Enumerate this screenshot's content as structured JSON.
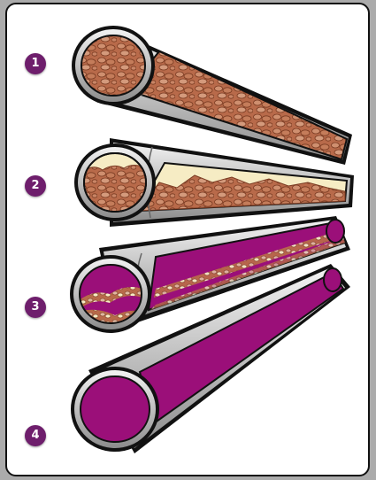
{
  "colors": {
    "clog": "#b86a4a",
    "clog_light": "#cf8f6f",
    "clog_dark": "#7a3b22",
    "fat_deposit": "#f6ecc4",
    "blood": "#9b0f79",
    "blood_dark": "#5e0749",
    "artery_wall": "#d5d5d5",
    "badge": "#6e1e6c"
  },
  "stages": [
    {
      "number": "1",
      "blockage_fraction": 1.0,
      "fill": "clog"
    },
    {
      "number": "2",
      "blockage_fraction": 0.65,
      "fill": "clog-with-fat"
    },
    {
      "number": "3",
      "blockage_fraction": 0.2,
      "fill": "blood-with-plaque"
    },
    {
      "number": "4",
      "blockage_fraction": 0.0,
      "fill": "blood"
    }
  ]
}
